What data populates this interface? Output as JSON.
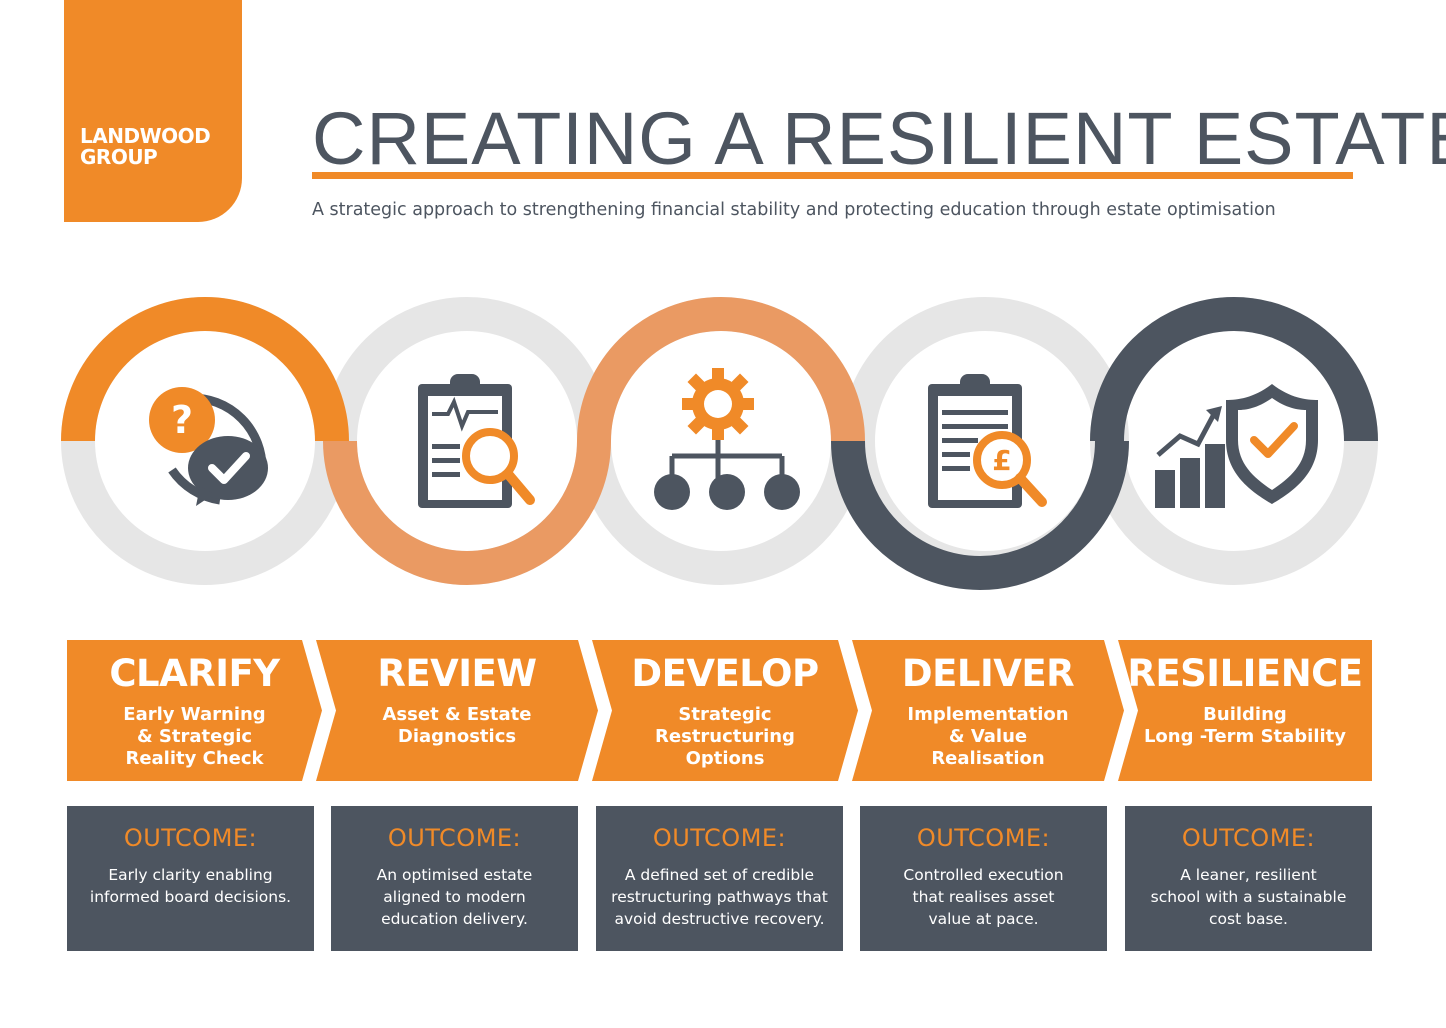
{
  "brand": {
    "logo_line1": "LANDWOOD",
    "logo_line2": "GROUP",
    "color_orange": "#f08a28",
    "color_light_orange": "#ea9a63",
    "color_slate": "#4d5560",
    "color_grey_ring": "#e6e6e6"
  },
  "header": {
    "title": "CREATING A RESILIENT ESTATE",
    "subtitle": "A strategic approach to strengthening financial stability and protecting education through estate optimisation"
  },
  "icons": [
    {
      "name": "question-check-chat-icon"
    },
    {
      "name": "clipboard-search-icon"
    },
    {
      "name": "gear-hierarchy-icon"
    },
    {
      "name": "clipboard-pound-search-icon"
    },
    {
      "name": "growth-chart-shield-icon"
    }
  ],
  "steps": [
    {
      "title": "CLARIFY",
      "desc": "Early Warning\n& Strategic\nReality Check"
    },
    {
      "title": "REVIEW",
      "desc": "Asset & Estate\nDiagnostics"
    },
    {
      "title": "DEVELOP",
      "desc": "Strategic\nRestructuring\nOptions"
    },
    {
      "title": "DELIVER",
      "desc": "Implementation\n& Value\nRealisation"
    },
    {
      "title": "RESILIENCE",
      "desc": "Building\nLong -Term Stability"
    }
  ],
  "outcomes": [
    {
      "label": "OUTCOME:",
      "text": "Early clarity enabling\ninformed board decisions."
    },
    {
      "label": "OUTCOME:",
      "text": "An optimised estate\naligned to modern\neducation delivery."
    },
    {
      "label": "OUTCOME:",
      "text": "A defined set of credible\nrestructuring pathways that\navoid destructive recovery."
    },
    {
      "label": "OUTCOME:",
      "text": "Controlled execution\nthat realises asset\nvalue at pace."
    },
    {
      "label": "OUTCOME:",
      "text": "A leaner, resilient\nschool with a sustainable\ncost base."
    }
  ]
}
